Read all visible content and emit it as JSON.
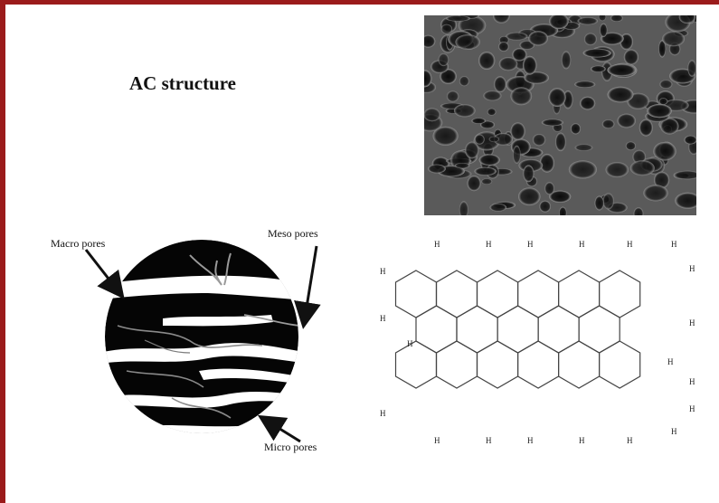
{
  "slide": {
    "title": "AC structure",
    "frame_color": "#9b1b1b"
  },
  "sem_image": {
    "icon": "sem-micrograph-icon"
  },
  "pore_diagram": {
    "icon": "porous-carbon-circle-icon",
    "labels": {
      "macro": "Macro pores",
      "meso": "Meso pores",
      "micro": "Micro pores"
    }
  },
  "molecule": {
    "icon": "graphene-sheet-icon",
    "atom_label": "H"
  }
}
